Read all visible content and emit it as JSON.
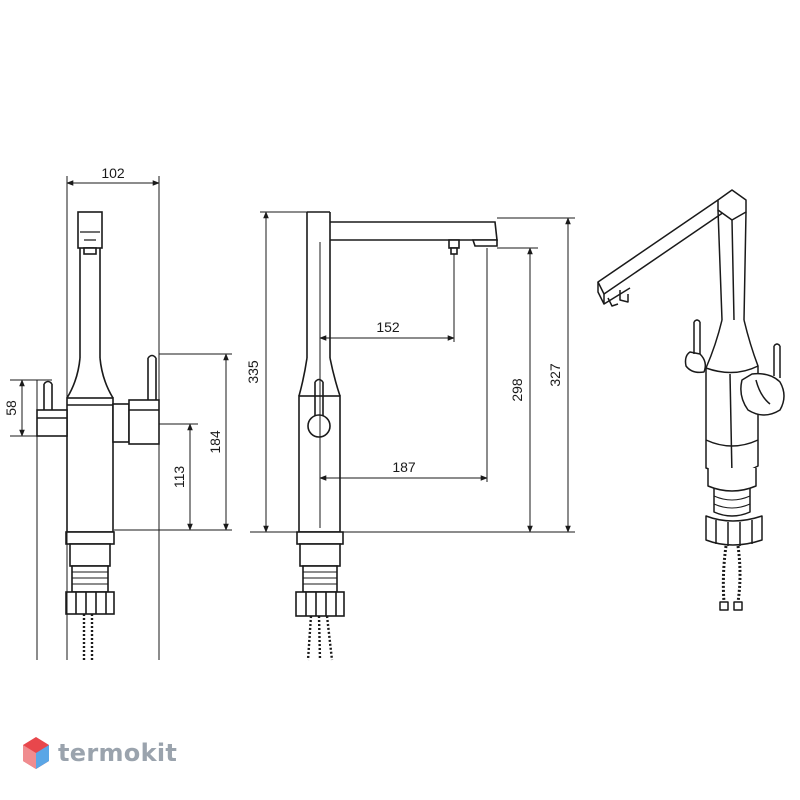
{
  "dimensions": {
    "overall_width": "102",
    "handle_height": "58",
    "base_to_lever": "113",
    "base_to_top_lever": "184",
    "total_height": "335",
    "outlet_height": "298",
    "spout_top_height": "327",
    "reach_small": "152",
    "reach_large": "187"
  },
  "brand": {
    "name": "termokit"
  },
  "colors": {
    "line": "#1a1a1a",
    "brand_text": "#9aa3ad",
    "logo_red": "#e8474c",
    "logo_blue": "#5aa6e6"
  }
}
